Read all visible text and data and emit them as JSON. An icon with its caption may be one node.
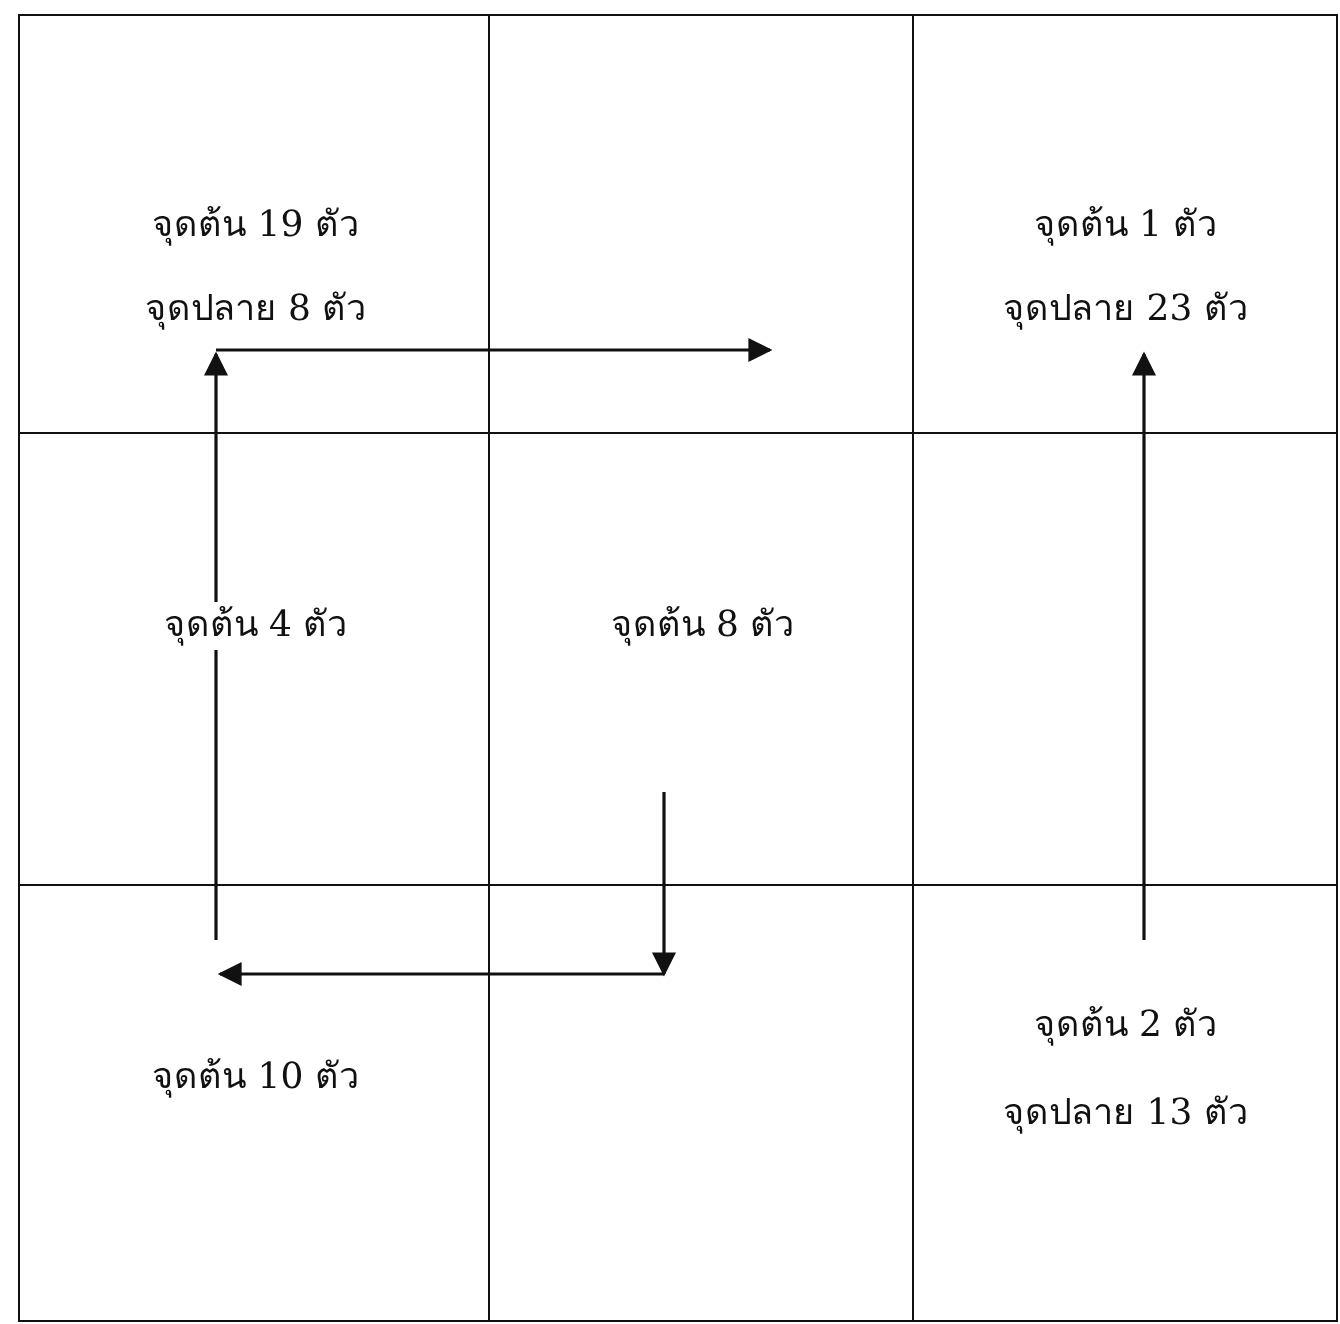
{
  "diagram": {
    "nodes": [
      {
        "text": [
          "จุดต้น 19 ตัว",
          "จุดปลาย 8 ตัว"
        ]
      },
      {
        "text": [],
        "shape": "box"
      },
      {
        "text": [
          "จุดต้น 1 ตัว",
          "จุดปลาย 23 ตัว"
        ]
      },
      {
        "text": [
          "จุดต้น 4 ตัว"
        ]
      },
      {
        "text": [
          "จุดต้น 8 ตัว"
        ]
      },
      {
        "text": [],
        "shape": "box"
      },
      {
        "text": [
          "จุดต้น 10 ตัว"
        ]
      },
      {
        "text": [],
        "shape": "box"
      },
      {
        "text": [
          "จุดต้น 2 ตัว",
          "จุดปลาย 13 ตัว"
        ]
      }
    ],
    "edges": [
      {
        "from": 4,
        "to": 7,
        "arrow": "to"
      },
      {
        "from": 7,
        "to": 6,
        "arrow": "to"
      },
      {
        "from": 6,
        "to": 3,
        "arrow": "none"
      },
      {
        "from": 3,
        "to": 0,
        "arrow": "to"
      },
      {
        "from": 0,
        "to": 1,
        "arrow": "to"
      },
      {
        "from": 8,
        "to": 5,
        "arrow": "none"
      },
      {
        "from": 5,
        "to": 2,
        "arrow": "to"
      }
    ]
  }
}
